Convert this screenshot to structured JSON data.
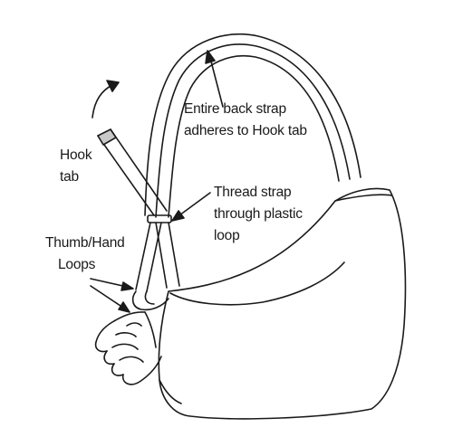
{
  "diagram": {
    "labels": {
      "back_strap": [
        "Entire back strap",
        "adheres to Hook tab"
      ],
      "hook_tab": [
        "Hook",
        "tab"
      ],
      "thread_strap": [
        "Thread strap",
        "through plastic",
        "loop"
      ],
      "thumb_loops": [
        "Thumb/Hand",
        "Loops"
      ]
    },
    "colors": {
      "line": "#1a1a1a",
      "hook_tab_fill": "#c8c8c8",
      "background": "#ffffff"
    }
  }
}
